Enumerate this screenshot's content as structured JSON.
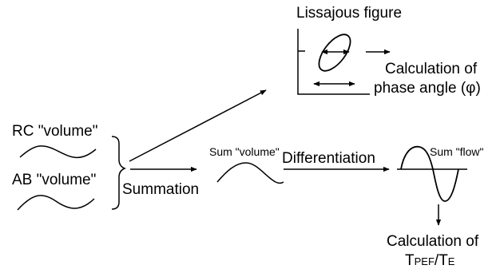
{
  "labels": {
    "lissajous": "Lissajous figure",
    "calc_phase_line1": "Calculation of",
    "calc_phase_line2": "phase angle (φ)",
    "rc_volume": "RC \"volume\"",
    "ab_volume": "AB \"volume\"",
    "summation": "Summation",
    "sum_volume": "Sum \"volume\"",
    "differentiation": "Differentiation",
    "sum_flow": "Sum \"flow\"",
    "calc_tpef_line1": "Calculation of",
    "calc_tpef_T1": "T",
    "calc_tpef_sub1": "PEF",
    "calc_tpef_slash": "/",
    "calc_tpef_T2": "T",
    "calc_tpef_sub2": "E"
  }
}
